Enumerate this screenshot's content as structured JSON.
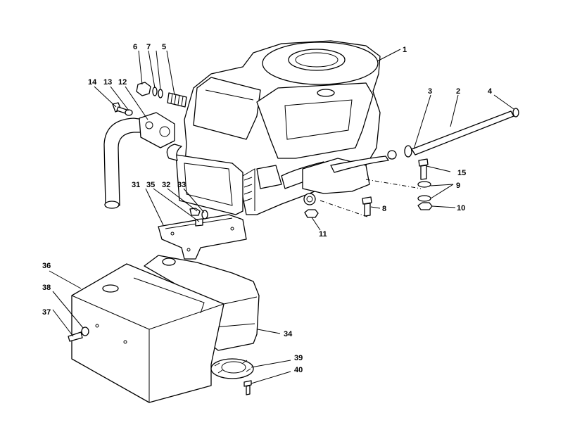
{
  "diagram": {
    "callouts": [
      {
        "id": "c1",
        "text": "1"
      },
      {
        "id": "c2",
        "text": "2"
      },
      {
        "id": "c3",
        "text": "3"
      },
      {
        "id": "c4",
        "text": "4"
      },
      {
        "id": "c5",
        "text": "5"
      },
      {
        "id": "c6",
        "text": "6"
      },
      {
        "id": "c7",
        "text": "7"
      },
      {
        "id": "c8",
        "text": "8"
      },
      {
        "id": "c9",
        "text": "9"
      },
      {
        "id": "c10",
        "text": "10"
      },
      {
        "id": "c11",
        "text": "11"
      },
      {
        "id": "c12",
        "text": "12"
      },
      {
        "id": "c13",
        "text": "13"
      },
      {
        "id": "c14",
        "text": "14"
      },
      {
        "id": "c15",
        "text": "15"
      },
      {
        "id": "c31",
        "text": "31"
      },
      {
        "id": "c32",
        "text": "32"
      },
      {
        "id": "c33",
        "text": "33"
      },
      {
        "id": "c34",
        "text": "34"
      },
      {
        "id": "c35",
        "text": "35"
      },
      {
        "id": "c36",
        "text": "36"
      },
      {
        "id": "c37",
        "text": "37"
      },
      {
        "id": "c38",
        "text": "38"
      },
      {
        "id": "c39",
        "text": "39"
      },
      {
        "id": "c40",
        "text": "40"
      }
    ]
  }
}
